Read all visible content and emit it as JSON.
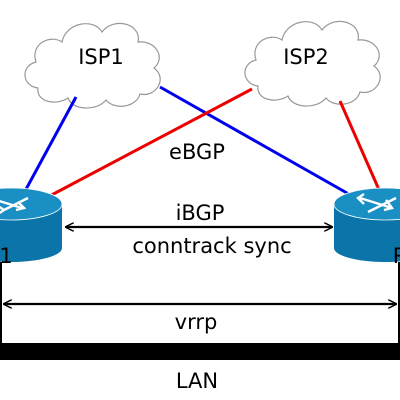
{
  "nodes": {
    "isp1": {
      "label": "ISP1"
    },
    "isp2": {
      "label": "ISP2"
    },
    "router_left": {
      "label": "1"
    },
    "router_right": {
      "label": "R"
    },
    "lan": {
      "label": "LAN"
    }
  },
  "links": {
    "ebgp": {
      "label": "eBGP"
    },
    "ibgp": {
      "label": "iBGP"
    },
    "conntrack": {
      "label": "conntrack sync"
    },
    "vrrp": {
      "label": "vrrp"
    }
  },
  "colors": {
    "isp1_links": "#0000ee",
    "isp2_links": "#ee0000",
    "router_top": "#1a8fc4",
    "router_body": "#0b74a8",
    "router_side": "#0a5f8a",
    "lan_bar": "#000000",
    "cloud_fill": "#ffffff",
    "cloud_stroke": "#999999"
  }
}
